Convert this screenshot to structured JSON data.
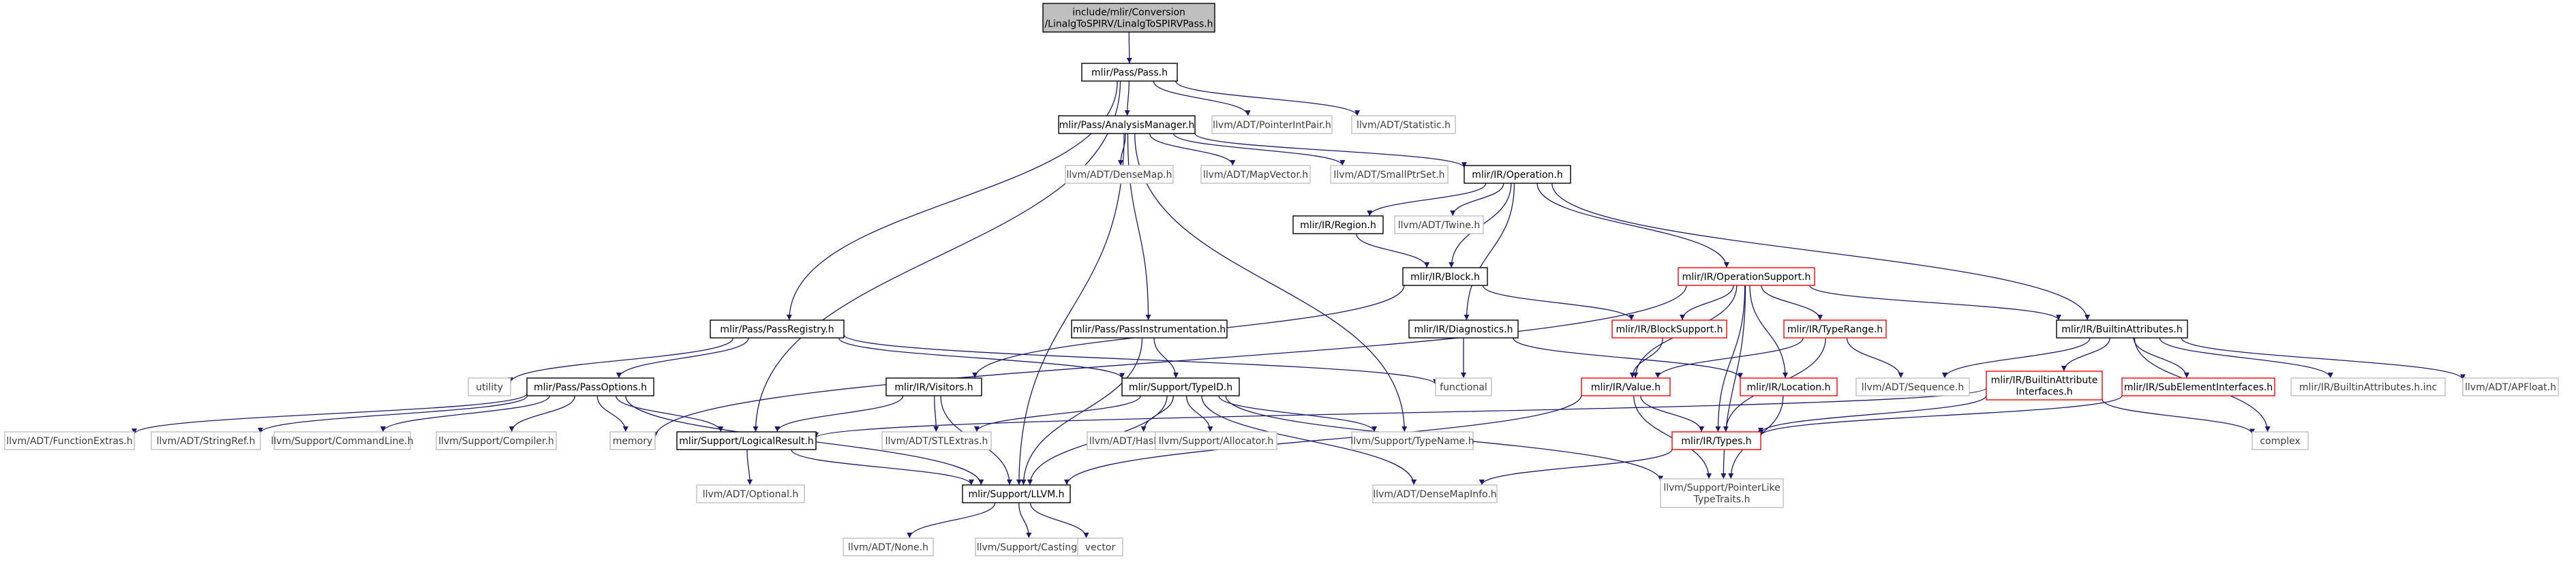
{
  "graph": {
    "colors": {
      "edge": "#191970",
      "root_fill": "#bfbfbf",
      "node_border": "#000000",
      "incomplete_border": "#ff0000",
      "external_border": "#bfbfbf"
    },
    "nodes": [
      {
        "id": "root",
        "lines": [
          "include/mlir/Conversion",
          "/LinalgToSPIRV/LinalgToSPIRVPass.h"
        ],
        "kind": "root"
      },
      {
        "id": "pass",
        "lines": [
          "mlir/Pass/Pass.h"
        ],
        "kind": "doc"
      },
      {
        "id": "analysis",
        "lines": [
          "mlir/Pass/AnalysisManager.h"
        ],
        "kind": "doc"
      },
      {
        "id": "ptrintpair",
        "lines": [
          "llvm/ADT/PointerIntPair.h"
        ],
        "kind": "ext"
      },
      {
        "id": "statistic",
        "lines": [
          "llvm/ADT/Statistic.h"
        ],
        "kind": "ext"
      },
      {
        "id": "densemap",
        "lines": [
          "llvm/ADT/DenseMap.h"
        ],
        "kind": "ext"
      },
      {
        "id": "mapvector",
        "lines": [
          "llvm/ADT/MapVector.h"
        ],
        "kind": "ext"
      },
      {
        "id": "smallptrset",
        "lines": [
          "llvm/ADT/SmallPtrSet.h"
        ],
        "kind": "ext"
      },
      {
        "id": "operation",
        "lines": [
          "mlir/IR/Operation.h"
        ],
        "kind": "doc"
      },
      {
        "id": "region",
        "lines": [
          "mlir/IR/Region.h"
        ],
        "kind": "doc"
      },
      {
        "id": "twine",
        "lines": [
          "llvm/ADT/Twine.h"
        ],
        "kind": "ext"
      },
      {
        "id": "block",
        "lines": [
          "mlir/IR/Block.h"
        ],
        "kind": "doc"
      },
      {
        "id": "opsupport",
        "lines": [
          "mlir/IR/OperationSupport.h"
        ],
        "kind": "red"
      },
      {
        "id": "passregistry",
        "lines": [
          "mlir/Pass/PassRegistry.h"
        ],
        "kind": "doc"
      },
      {
        "id": "passinstr",
        "lines": [
          "mlir/Pass/PassInstrumentation.h"
        ],
        "kind": "doc"
      },
      {
        "id": "diagnostics",
        "lines": [
          "mlir/IR/Diagnostics.h"
        ],
        "kind": "doc"
      },
      {
        "id": "blocksupport",
        "lines": [
          "mlir/IR/BlockSupport.h"
        ],
        "kind": "red"
      },
      {
        "id": "typerange",
        "lines": [
          "mlir/IR/TypeRange.h"
        ],
        "kind": "red"
      },
      {
        "id": "builtinattrs",
        "lines": [
          "mlir/IR/BuiltinAttributes.h"
        ],
        "kind": "doc"
      },
      {
        "id": "utility",
        "lines": [
          "utility"
        ],
        "kind": "ext"
      },
      {
        "id": "functional",
        "lines": [
          "functional"
        ],
        "kind": "ext"
      },
      {
        "id": "passoptions",
        "lines": [
          "mlir/Pass/PassOptions.h"
        ],
        "kind": "doc"
      },
      {
        "id": "visitors",
        "lines": [
          "mlir/IR/Visitors.h"
        ],
        "kind": "doc"
      },
      {
        "id": "typeid",
        "lines": [
          "mlir/Support/TypeID.h"
        ],
        "kind": "doc"
      },
      {
        "id": "value",
        "lines": [
          "mlir/IR/Value.h"
        ],
        "kind": "red"
      },
      {
        "id": "location",
        "lines": [
          "mlir/IR/Location.h"
        ],
        "kind": "red"
      },
      {
        "id": "sequence",
        "lines": [
          "llvm/ADT/Sequence.h"
        ],
        "kind": "ext"
      },
      {
        "id": "builtinattrifaces",
        "lines": [
          "mlir/IR/BuiltinAttribute",
          "Interfaces.h"
        ],
        "kind": "red"
      },
      {
        "id": "subelemifaces",
        "lines": [
          "mlir/IR/SubElementInterfaces.h"
        ],
        "kind": "red"
      },
      {
        "id": "builtinattrsinc",
        "lines": [
          "mlir/IR/BuiltinAttributes.h.inc"
        ],
        "kind": "ext"
      },
      {
        "id": "apfloat",
        "lines": [
          "llvm/ADT/APFloat.h"
        ],
        "kind": "ext"
      },
      {
        "id": "funcextras",
        "lines": [
          "llvm/ADT/FunctionExtras.h"
        ],
        "kind": "ext"
      },
      {
        "id": "stringref",
        "lines": [
          "llvm/ADT/StringRef.h"
        ],
        "kind": "ext"
      },
      {
        "id": "cmdline",
        "lines": [
          "llvm/Support/CommandLine.h"
        ],
        "kind": "ext"
      },
      {
        "id": "compiler",
        "lines": [
          "llvm/Support/Compiler.h"
        ],
        "kind": "ext"
      },
      {
        "id": "memory",
        "lines": [
          "memory"
        ],
        "kind": "ext"
      },
      {
        "id": "logicalresult",
        "lines": [
          "mlir/Support/LogicalResult.h"
        ],
        "kind": "doc"
      },
      {
        "id": "stlextras",
        "lines": [
          "llvm/ADT/STLExtras.h"
        ],
        "kind": "ext"
      },
      {
        "id": "hashing",
        "lines": [
          "llvm/ADT/Hashing.h"
        ],
        "kind": "ext"
      },
      {
        "id": "allocator",
        "lines": [
          "llvm/Support/Allocator.h"
        ],
        "kind": "ext"
      },
      {
        "id": "typename",
        "lines": [
          "llvm/Support/TypeName.h"
        ],
        "kind": "ext"
      },
      {
        "id": "types",
        "lines": [
          "mlir/IR/Types.h"
        ],
        "kind": "red"
      },
      {
        "id": "complex",
        "lines": [
          "complex"
        ],
        "kind": "ext"
      },
      {
        "id": "optional",
        "lines": [
          "llvm/ADT/Optional.h"
        ],
        "kind": "ext"
      },
      {
        "id": "llvmh",
        "lines": [
          "mlir/Support/LLVM.h"
        ],
        "kind": "doc"
      },
      {
        "id": "densemapinfo",
        "lines": [
          "llvm/ADT/DenseMapInfo.h"
        ],
        "kind": "ext"
      },
      {
        "id": "ptrliketraits",
        "lines": [
          "llvm/Support/PointerLike",
          "TypeTraits.h"
        ],
        "kind": "ext"
      },
      {
        "id": "none",
        "lines": [
          "llvm/ADT/None.h"
        ],
        "kind": "ext"
      },
      {
        "id": "casting",
        "lines": [
          "llvm/Support/Casting.h"
        ],
        "kind": "ext"
      },
      {
        "id": "vector",
        "lines": [
          "vector"
        ],
        "kind": "ext"
      }
    ],
    "edges": [
      [
        "root",
        "pass"
      ],
      [
        "pass",
        "analysis"
      ],
      [
        "pass",
        "ptrintpair"
      ],
      [
        "pass",
        "statistic"
      ],
      [
        "pass",
        "passregistry"
      ],
      [
        "pass",
        "logicalresult"
      ],
      [
        "analysis",
        "densemap"
      ],
      [
        "analysis",
        "mapvector"
      ],
      [
        "analysis",
        "smallptrset"
      ],
      [
        "analysis",
        "operation"
      ],
      [
        "analysis",
        "passinstr"
      ],
      [
        "analysis",
        "typename"
      ],
      [
        "analysis",
        "llvmh"
      ],
      [
        "operation",
        "region"
      ],
      [
        "operation",
        "twine"
      ],
      [
        "operation",
        "block"
      ],
      [
        "operation",
        "opsupport"
      ],
      [
        "operation",
        "diagnostics"
      ],
      [
        "operation",
        "builtinattrs"
      ],
      [
        "region",
        "block"
      ],
      [
        "block",
        "blocksupport"
      ],
      [
        "block",
        "visitors"
      ],
      [
        "opsupport",
        "blocksupport"
      ],
      [
        "opsupport",
        "typerange"
      ],
      [
        "opsupport",
        "builtinattrs"
      ],
      [
        "opsupport",
        "value"
      ],
      [
        "opsupport",
        "location"
      ],
      [
        "opsupport",
        "types"
      ],
      [
        "opsupport",
        "memory"
      ],
      [
        "opsupport",
        "ptrliketraits"
      ],
      [
        "passregistry",
        "utility"
      ],
      [
        "passregistry",
        "functional"
      ],
      [
        "passregistry",
        "passoptions"
      ],
      [
        "passregistry",
        "typeid"
      ],
      [
        "passinstr",
        "typeid"
      ],
      [
        "passinstr",
        "llvmh"
      ],
      [
        "diagnostics",
        "functional"
      ],
      [
        "diagnostics",
        "location"
      ],
      [
        "blocksupport",
        "value"
      ],
      [
        "typerange",
        "value"
      ],
      [
        "typerange",
        "types"
      ],
      [
        "typerange",
        "sequence"
      ],
      [
        "builtinattrs",
        "sequence"
      ],
      [
        "builtinattrs",
        "builtinattrifaces"
      ],
      [
        "builtinattrs",
        "subelemifaces"
      ],
      [
        "builtinattrs",
        "builtinattrsinc"
      ],
      [
        "builtinattrs",
        "apfloat"
      ],
      [
        "builtinattrs",
        "complex"
      ],
      [
        "passoptions",
        "funcextras"
      ],
      [
        "passoptions",
        "stringref"
      ],
      [
        "passoptions",
        "cmdline"
      ],
      [
        "passoptions",
        "compiler"
      ],
      [
        "passoptions",
        "memory"
      ],
      [
        "passoptions",
        "logicalresult"
      ],
      [
        "passoptions",
        "llvmh"
      ],
      [
        "visitors",
        "logicalresult"
      ],
      [
        "visitors",
        "stlextras"
      ],
      [
        "visitors",
        "llvmh"
      ],
      [
        "typeid",
        "stlextras"
      ],
      [
        "typeid",
        "hashing"
      ],
      [
        "typeid",
        "allocator"
      ],
      [
        "typeid",
        "typename"
      ],
      [
        "typeid",
        "llvmh"
      ],
      [
        "typeid",
        "densemapinfo"
      ],
      [
        "typeid",
        "ptrliketraits"
      ],
      [
        "value",
        "types"
      ],
      [
        "value",
        "llvmh"
      ],
      [
        "value",
        "ptrliketraits"
      ],
      [
        "location",
        "ptrliketraits"
      ],
      [
        "builtinattrifaces",
        "types"
      ],
      [
        "builtinattrifaces",
        "logicalresult"
      ],
      [
        "builtinattrifaces",
        "complex"
      ],
      [
        "subelemifaces",
        "types"
      ],
      [
        "types",
        "densemapinfo"
      ],
      [
        "logicalresult",
        "optional"
      ],
      [
        "logicalresult",
        "llvmh"
      ],
      [
        "llvmh",
        "none"
      ],
      [
        "llvmh",
        "casting"
      ],
      [
        "llvmh",
        "vector"
      ]
    ]
  }
}
